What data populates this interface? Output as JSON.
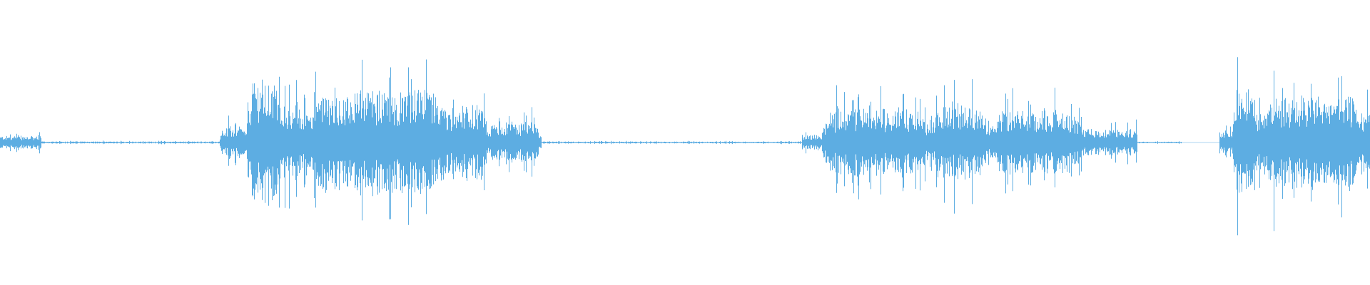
{
  "waveform": {
    "color": "#5dade2",
    "background": "#ffffff",
    "segments": [
      {
        "start": 0.0,
        "end": 0.03,
        "level": 0.05
      },
      {
        "start": 0.03,
        "end": 0.16,
        "level": 0.008
      },
      {
        "start": 0.16,
        "end": 0.18,
        "level": 0.12
      },
      {
        "start": 0.18,
        "end": 0.205,
        "level": 0.48
      },
      {
        "start": 0.205,
        "end": 0.22,
        "level": 0.3
      },
      {
        "start": 0.22,
        "end": 0.33,
        "level": 0.4
      },
      {
        "start": 0.33,
        "end": 0.355,
        "level": 0.28
      },
      {
        "start": 0.355,
        "end": 0.395,
        "level": 0.16
      },
      {
        "start": 0.395,
        "end": 0.585,
        "level": 0.007
      },
      {
        "start": 0.585,
        "end": 0.6,
        "level": 0.06
      },
      {
        "start": 0.6,
        "end": 0.68,
        "level": 0.26
      },
      {
        "start": 0.68,
        "end": 0.72,
        "level": 0.3
      },
      {
        "start": 0.72,
        "end": 0.79,
        "level": 0.24
      },
      {
        "start": 0.79,
        "end": 0.83,
        "level": 0.1
      },
      {
        "start": 0.83,
        "end": 0.862,
        "level": 0.006
      },
      {
        "start": 0.89,
        "end": 0.9,
        "level": 0.1
      },
      {
        "start": 0.9,
        "end": 0.915,
        "level": 0.48
      },
      {
        "start": 0.915,
        "end": 1.0,
        "level": 0.36
      }
    ]
  }
}
